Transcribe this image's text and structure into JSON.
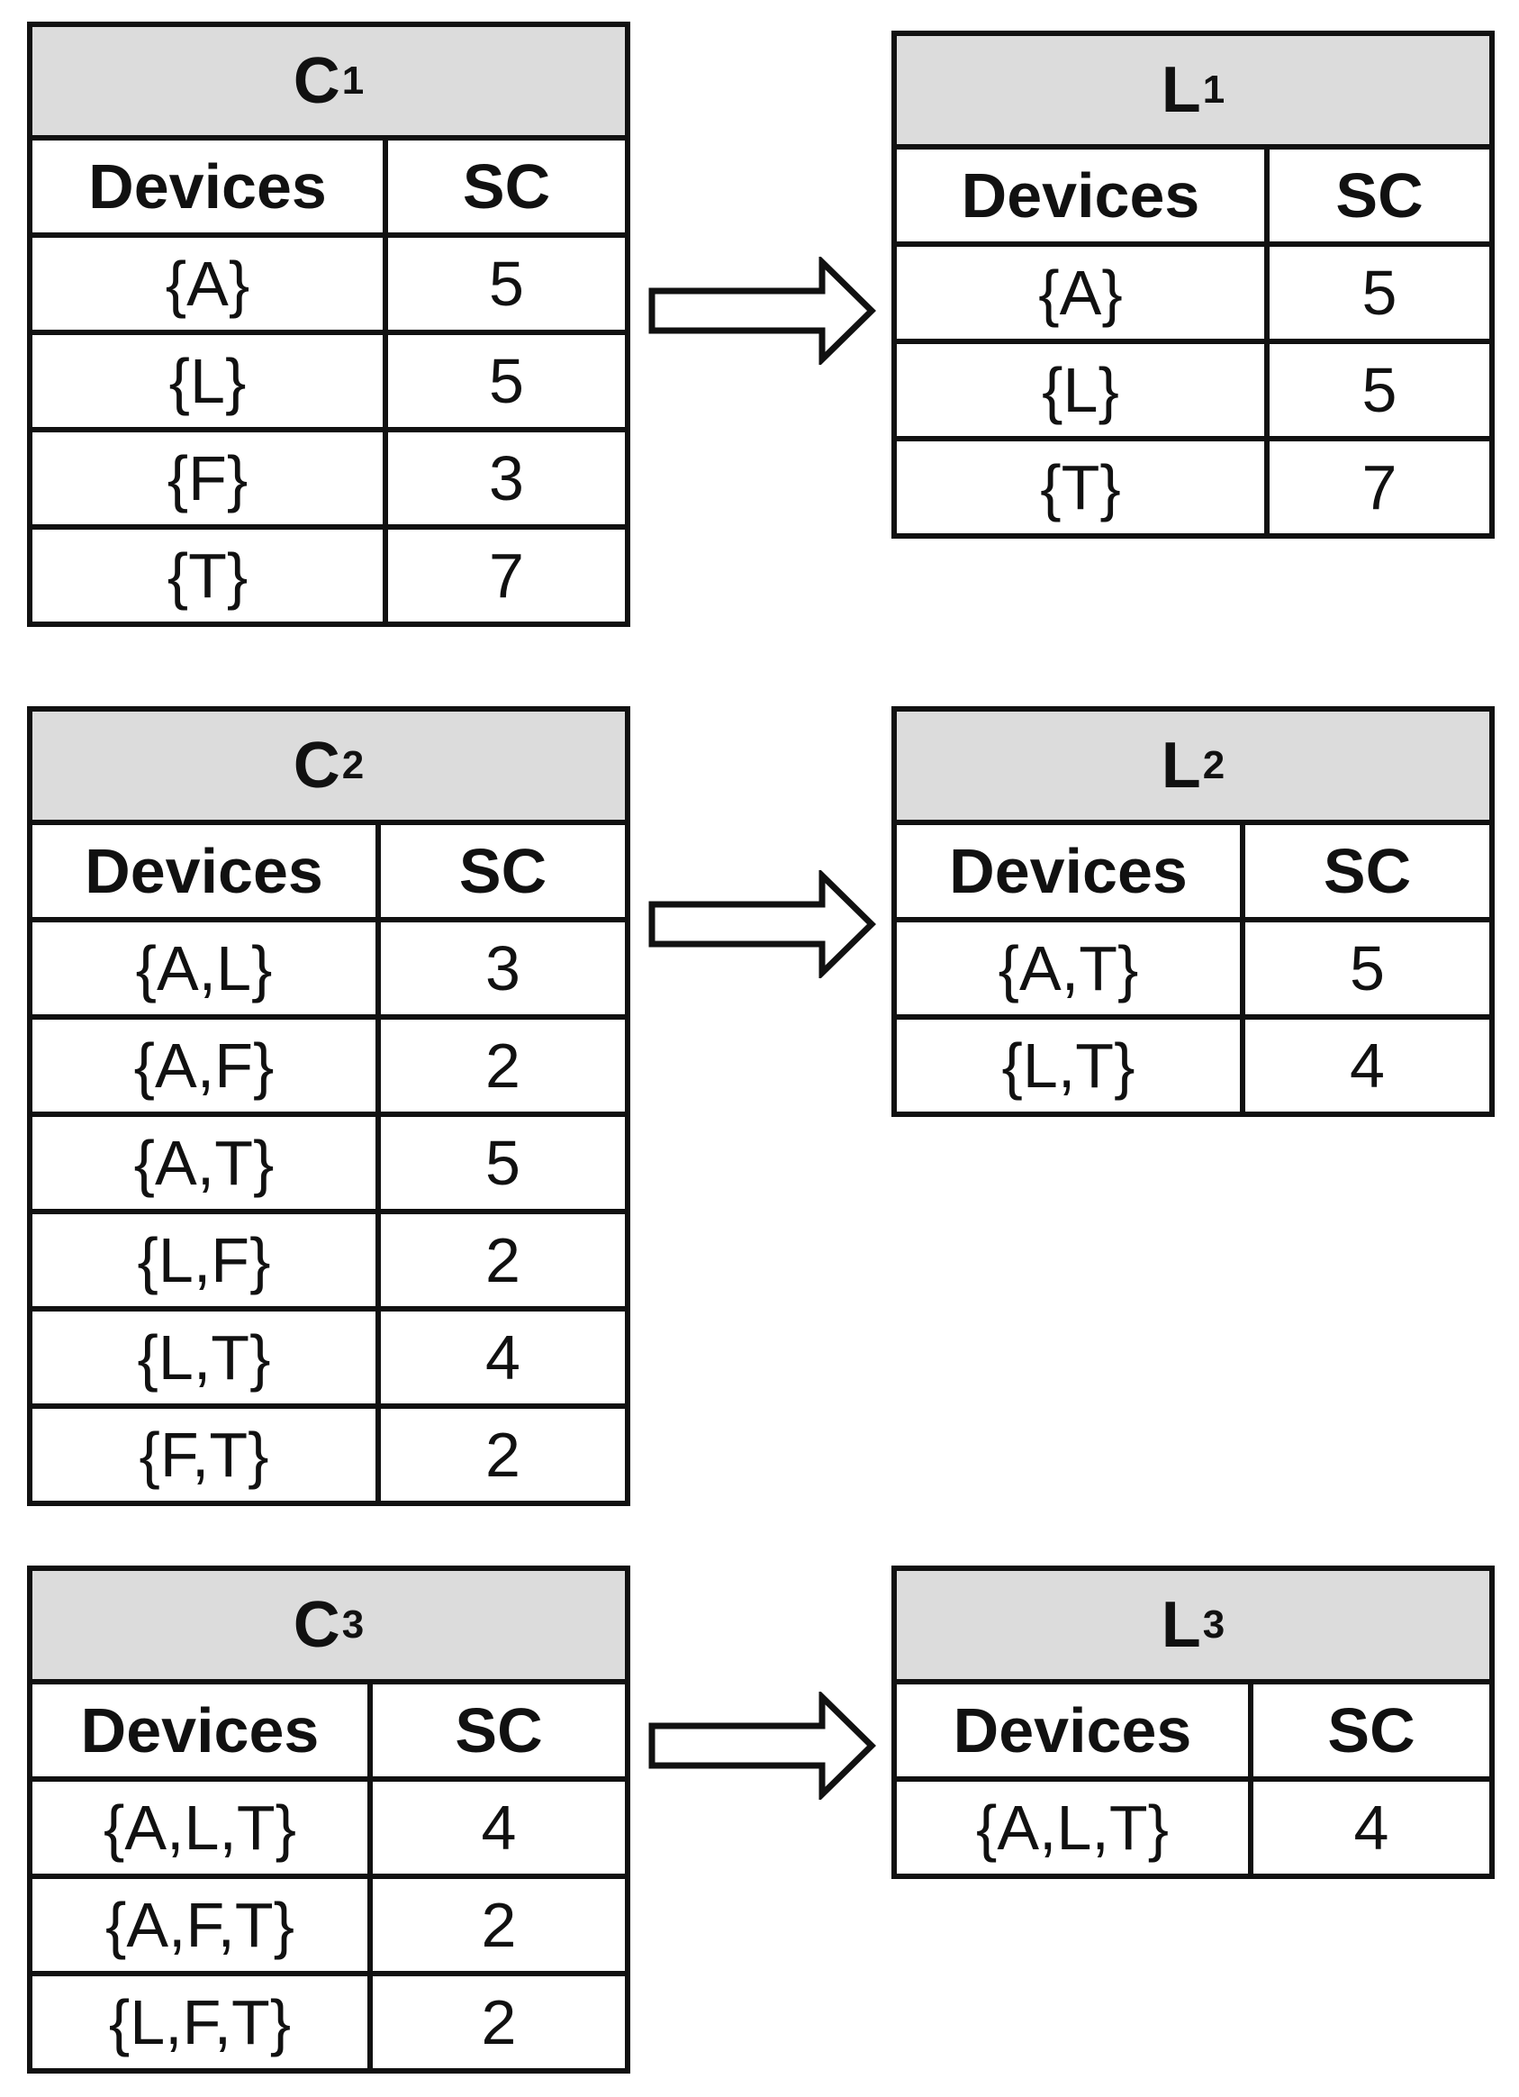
{
  "tables": [
    {
      "id": "c1",
      "letter": "C",
      "index": "1",
      "columns": {
        "devices": "Devices",
        "sc": "SC"
      },
      "rows": [
        {
          "devices": "{A}",
          "sc": "5"
        },
        {
          "devices": "{L}",
          "sc": "5"
        },
        {
          "devices": "{F}",
          "sc": "3"
        },
        {
          "devices": "{T}",
          "sc": "7"
        }
      ]
    },
    {
      "id": "l1",
      "letter": "L",
      "index": "1",
      "columns": {
        "devices": "Devices",
        "sc": "SC"
      },
      "rows": [
        {
          "devices": "{A}",
          "sc": "5"
        },
        {
          "devices": "{L}",
          "sc": "5"
        },
        {
          "devices": "{T}",
          "sc": "7"
        }
      ]
    },
    {
      "id": "c2",
      "letter": "C",
      "index": "2",
      "columns": {
        "devices": "Devices",
        "sc": "SC"
      },
      "rows": [
        {
          "devices": "{A,L}",
          "sc": "3"
        },
        {
          "devices": "{A,F}",
          "sc": "2"
        },
        {
          "devices": "{A,T}",
          "sc": "5"
        },
        {
          "devices": "{L,F}",
          "sc": "2"
        },
        {
          "devices": "{L,T}",
          "sc": "4"
        },
        {
          "devices": "{F,T}",
          "sc": "2"
        }
      ]
    },
    {
      "id": "l2",
      "letter": "L",
      "index": "2",
      "columns": {
        "devices": "Devices",
        "sc": "SC"
      },
      "rows": [
        {
          "devices": "{A,T}",
          "sc": "5"
        },
        {
          "devices": "{L,T}",
          "sc": "4"
        }
      ]
    },
    {
      "id": "c3",
      "letter": "C",
      "index": "3",
      "columns": {
        "devices": "Devices",
        "sc": "SC"
      },
      "rows": [
        {
          "devices": "{A,L,T}",
          "sc": "4"
        },
        {
          "devices": "{A,F,T}",
          "sc": "2"
        },
        {
          "devices": "{L,F,T}",
          "sc": "2"
        }
      ]
    },
    {
      "id": "l3",
      "letter": "L",
      "index": "3",
      "columns": {
        "devices": "Devices",
        "sc": "SC"
      },
      "rows": [
        {
          "devices": "{A,L,T}",
          "sc": "4"
        }
      ]
    }
  ]
}
